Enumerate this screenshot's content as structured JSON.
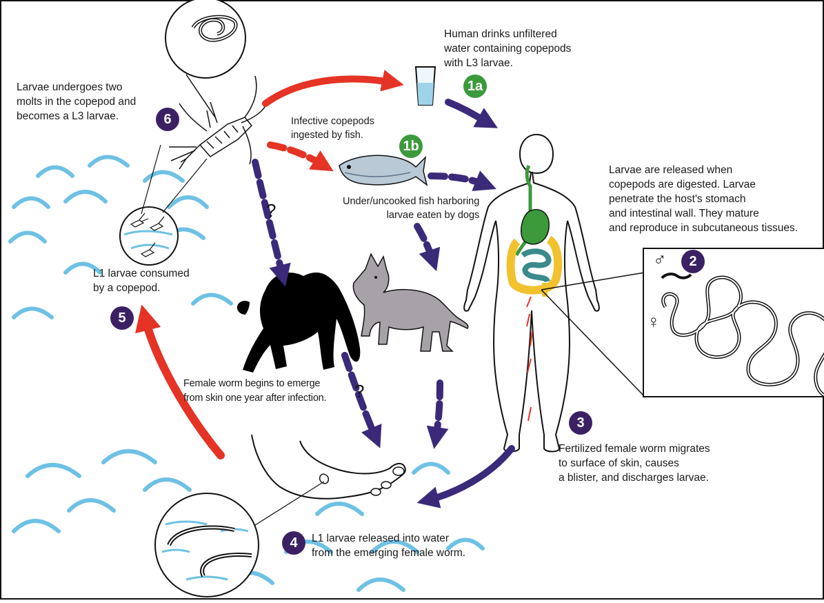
{
  "captions": {
    "step6": "Larvae undergoes two\nmolts in the copepod and\nbecomes a L3 larvae.",
    "step1a": "Human drinks unfiltered\nwater containing copepods\nwith L3 larvae.",
    "step1b_ingest": "Infective copepods\ningested by fish.",
    "step1b_dogs": "Under/uncooked fish harboring\nlarvae eaten by dogs",
    "step2": "Larvae are released when\ncopepods are digested.  Larvae\npenetrate the host's stomach\nand intestinal wall.  They mature\nand reproduce in subcutaneous tissues.",
    "step5": "L1 larvae consumed\nby a copepod.",
    "emerge": "Female worm begins to emerge\nfrom skin one year after infection.",
    "step3": "Fertilized female worm migrates\nto surface of skin, causes\na blister, and discharges larvae.",
    "step4": "L1 larvae released into water\nfrom the emerging female worm."
  },
  "badges": {
    "b1a": "1a",
    "b1b": "1b",
    "b2": "2",
    "b3": "3",
    "b4": "4",
    "b5": "5",
    "b6": "6"
  },
  "question_mark": "?",
  "sex_symbols": {
    "male": "♂",
    "female": "♀"
  },
  "colors": {
    "purple_arrow": "#3b2a7a",
    "red_arrow": "#e53325",
    "water_wave": "#6ec1e4",
    "badge_purple": "#3b2163",
    "badge_green": "#3b9a3c",
    "intestine_yellow": "#f2c12e",
    "stomach_green": "#3c9a3a",
    "dog_gray": "#a7a2a8"
  },
  "icons": [
    "glass-of-water-icon",
    "copepod-icon",
    "fish-icon",
    "monkey-silhouette",
    "dog-icon",
    "human-body-icon",
    "foot-icon",
    "worm-icon"
  ]
}
